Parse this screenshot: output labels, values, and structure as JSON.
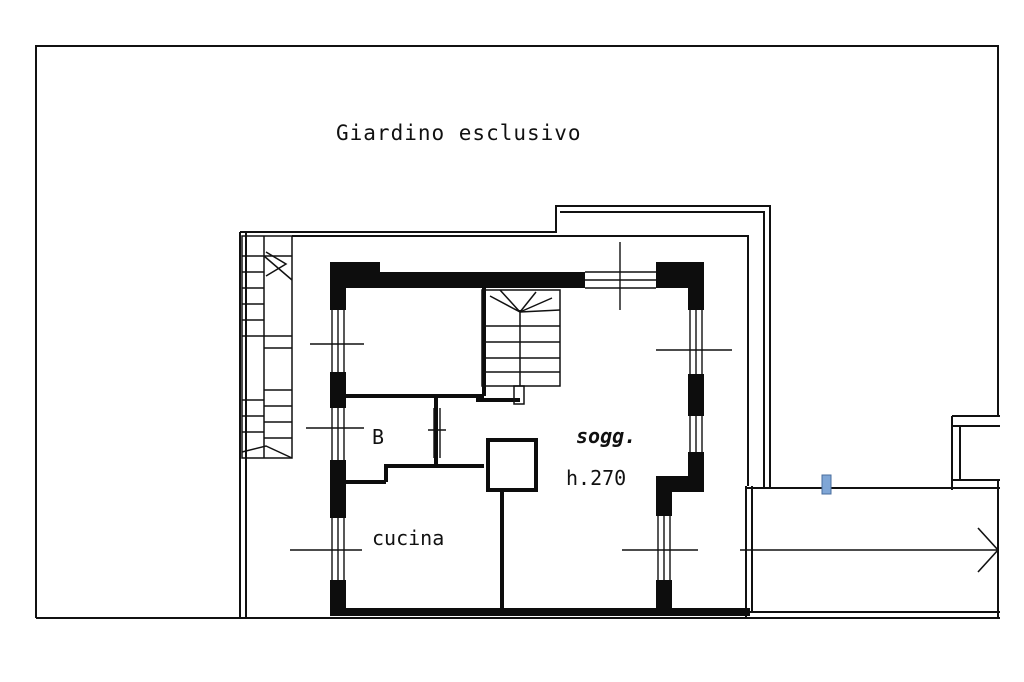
{
  "labels": {
    "garden": "Giardino esclusivo",
    "bath": "B",
    "living": "sogg.",
    "height": "h.270",
    "kitchen": "cucina"
  },
  "colors": {
    "ink": "#111111",
    "wall": "#0d0d0d",
    "marker": "#7fa6d6"
  }
}
